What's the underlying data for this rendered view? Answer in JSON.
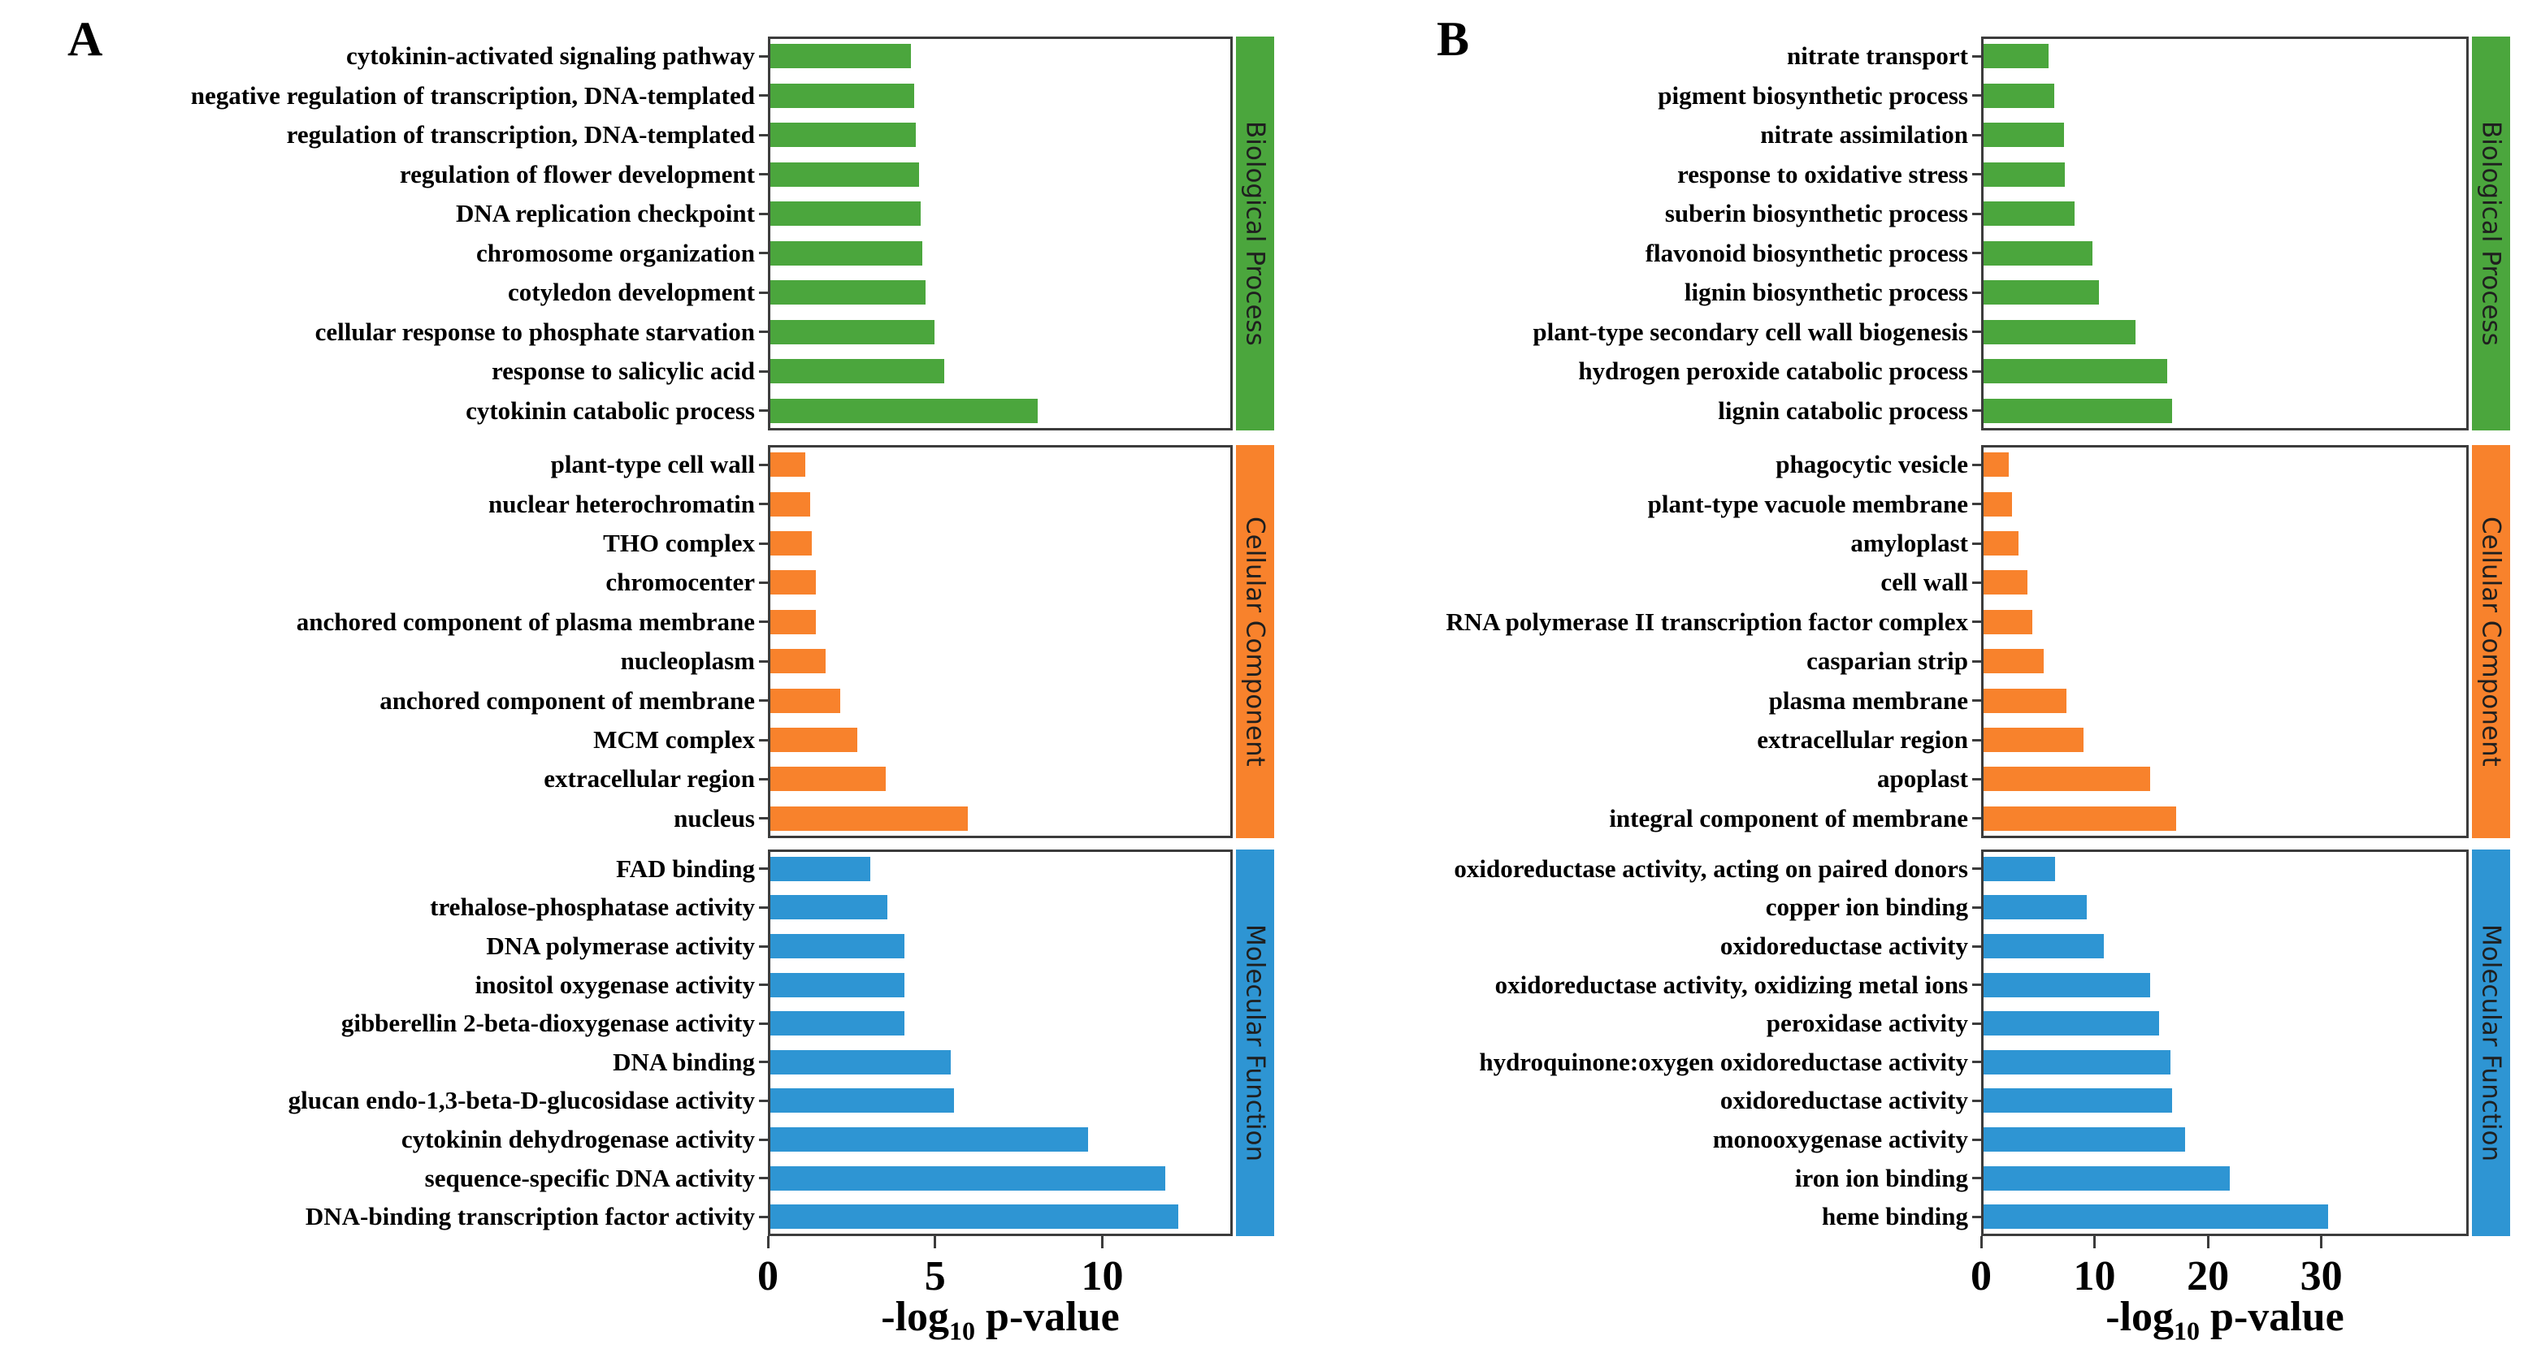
{
  "chart_data": [
    {
      "panel_letter": "A",
      "type": "bar",
      "orientation": "horizontal",
      "xlabel": "-log10 p-value",
      "xlabel_parts": {
        "prefix": "-log",
        "sub": "10",
        "suffix": " p-value"
      },
      "xlim": [
        0,
        13.9
      ],
      "xticks": [
        0,
        5,
        10
      ],
      "grid": false,
      "legend": "none",
      "sections": [
        {
          "title": "Biological Process",
          "color": "#4ba63d",
          "categories": [
            "cytokinin-activated signaling pathway",
            "negative regulation of transcription, DNA-templated",
            "regulation of transcription, DNA-templated",
            "regulation of flower development",
            "DNA replication checkpoint",
            "chromosome organization",
            "cotyledon development",
            "cellular response to phosphate starvation",
            "response to salicylic acid",
            "cytokinin catabolic process"
          ],
          "values": [
            4.2,
            4.3,
            4.35,
            4.45,
            4.5,
            4.55,
            4.65,
            4.9,
            5.2,
            8.0
          ]
        },
        {
          "title": "Cellular Component",
          "color": "#f8822c",
          "categories": [
            "plant-type cell wall",
            "nuclear heterochromatin",
            "THO complex",
            "chromocenter",
            "anchored component of plasma membrane",
            "nucleoplasm",
            "anchored component of membrane",
            "MCM complex",
            "extracellular region",
            "nucleus"
          ],
          "values": [
            1.05,
            1.2,
            1.25,
            1.35,
            1.35,
            1.65,
            2.1,
            2.6,
            3.45,
            5.9
          ]
        },
        {
          "title": "Molecular Function",
          "color": "#2e95d3",
          "categories": [
            "FAD binding",
            "trehalose-phosphatase activity",
            "DNA polymerase activity",
            "inositol oxygenase activity",
            "gibberellin 2-beta-dioxygenase activity",
            "DNA binding",
            "glucan endo-1,3-beta-D-glucosidase activity",
            "cytokinin dehydrogenase activity",
            "sequence-specific DNA activity",
            "DNA-binding transcription factor activity"
          ],
          "values": [
            3.0,
            3.5,
            4.0,
            4.0,
            4.0,
            5.4,
            5.5,
            9.5,
            11.8,
            12.2
          ]
        }
      ]
    },
    {
      "panel_letter": "B",
      "type": "bar",
      "orientation": "horizontal",
      "xlabel": "-log10 p-value",
      "xlabel_parts": {
        "prefix": "-log",
        "sub": "10",
        "suffix": " p-value"
      },
      "xlim": [
        0,
        43
      ],
      "xticks": [
        0,
        10,
        20,
        30
      ],
      "grid": false,
      "legend": "none",
      "sections": [
        {
          "title": "Biological Process",
          "color": "#4ba63d",
          "categories": [
            "nitrate transport",
            "pigment biosynthetic process",
            "nitrate assimilation",
            "response to oxidative stress",
            "suberin biosynthetic process",
            "flavonoid biosynthetic process",
            "lignin biosynthetic process",
            "plant-type secondary cell wall biogenesis",
            "hydrogen peroxide catabolic process",
            "lignin catabolic process"
          ],
          "values": [
            5.7,
            6.2,
            7.1,
            7.2,
            8.0,
            9.6,
            10.2,
            13.4,
            16.2,
            16.6
          ]
        },
        {
          "title": "Cellular Component",
          "color": "#f8822c",
          "categories": [
            "phagocytic vesicle",
            "plant-type vacuole membrane",
            "amyloplast",
            "cell wall",
            "RNA polymerase II transcription factor complex",
            "casparian strip",
            "plasma membrane",
            "extracellular region",
            "apoplast",
            "integral component of membrane"
          ],
          "values": [
            2.2,
            2.5,
            3.1,
            3.9,
            4.3,
            5.3,
            7.3,
            8.8,
            14.7,
            17.0
          ]
        },
        {
          "title": "Molecular Function",
          "color": "#2e95d3",
          "categories": [
            "oxidoreductase activity, acting on paired donors",
            "copper ion binding",
            "oxidoreductase activity",
            "oxidoreductase activity, oxidizing metal ions",
            "peroxidase activity",
            "hydroquinone:oxygen oxidoreductase activity",
            "oxidoreductase activity",
            "monooxygenase activity",
            "iron ion binding",
            "heme binding"
          ],
          "values": [
            6.3,
            9.1,
            10.6,
            14.7,
            15.5,
            16.5,
            16.6,
            17.8,
            21.7,
            30.4
          ]
        }
      ]
    }
  ]
}
